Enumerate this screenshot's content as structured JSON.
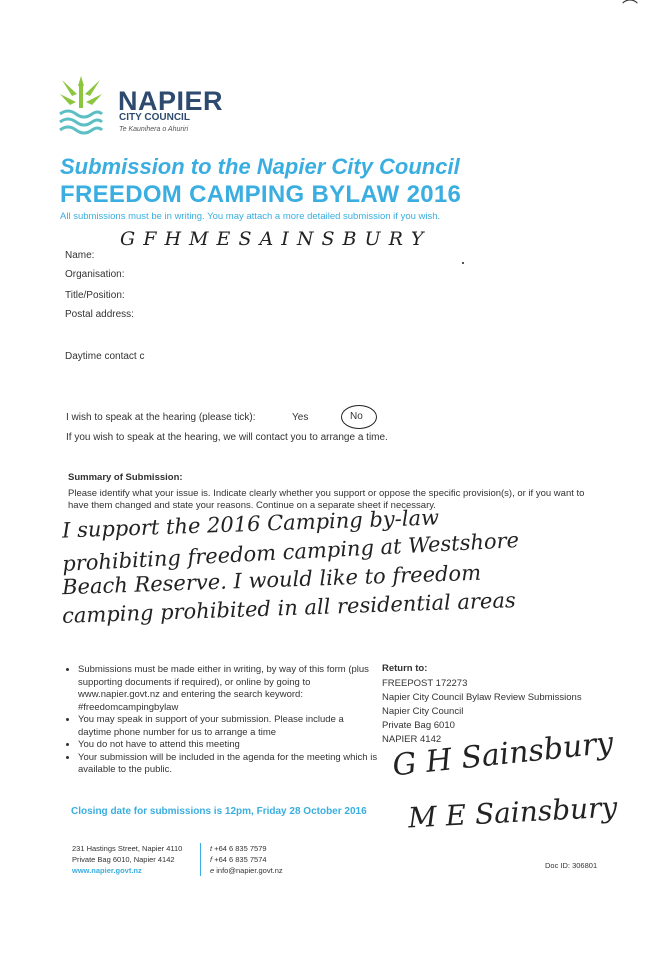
{
  "logo": {
    "name": "NAPIER",
    "council": "CITY COUNCIL",
    "maori": "Te Kaunihera o Ahuriri",
    "colors": {
      "teal": "#5bbfc4",
      "green": "#8cc63f",
      "navy": "#2e4a6e"
    }
  },
  "title": {
    "line1": "Submission to the Napier City Council",
    "line2": "FREEDOM CAMPING BYLAW 2016",
    "intro": "All submissions must be in writing. You may attach a more detailed submission if you wish."
  },
  "fields": {
    "name_label": "Name:",
    "name_value": "G F H   M E   S A I N S B U R Y",
    "organisation_label": "Organisation:",
    "title_label": "Title/Position:",
    "postal_label": "Postal address:",
    "daytime_label": "Daytime contact c"
  },
  "hearing": {
    "question": "I wish to speak at the hearing (please tick):",
    "yes": "Yes",
    "no": "No",
    "note": "If you wish to speak at the hearing, we will contact you to arrange a time."
  },
  "summary": {
    "heading": "Summary of Submission:",
    "instructions": "Please identify what your issue is. Indicate clearly whether you support or oppose the specific provision(s), or if you want to have them changed and state your reasons. Continue on a separate sheet if necessary.",
    "handwritten": [
      "I support the 2016 Camping by-law",
      "prohibiting freedom camping at Westshore",
      "Beach Reserve. I would like to freedom",
      "camping prohibited in all residential areas"
    ]
  },
  "notes": [
    "Submissions must be made either in writing, by way of this form (plus supporting documents if required), or online by going to www.napier.govt.nz and entering the search keyword: #freedomcampingbylaw",
    "You may speak in support of your submission. Please include a daytime phone number for us to arrange a time",
    "You do not have to attend this meeting",
    "Your submission will be included in the agenda for the meeting which is available to the public."
  ],
  "return_to": {
    "heading": "Return to:",
    "lines": [
      "FREEPOST 172273",
      "Napier City Council Bylaw Review Submissions",
      "Napier City Council",
      "Private Bag 6010",
      "NAPIER 4142"
    ]
  },
  "signatures": [
    "G H Sainsbury",
    "M E Sainsbury"
  ],
  "closing": "Closing date for submissions is 12pm, Friday 28 October 2016",
  "footer": {
    "address1": "231 Hastings Street, Napier 4110",
    "address2": "Private Bag 6010, Napier 4142",
    "website": "www.napier.govt.nz",
    "tel": "+64 6 835 7579",
    "fax": "+64 6 835 7574",
    "email": "info@napier.govt.nz",
    "tel_prefix": "t",
    "fax_prefix": "f",
    "email_prefix": "e",
    "doc_id": "Doc ID: 306801"
  }
}
